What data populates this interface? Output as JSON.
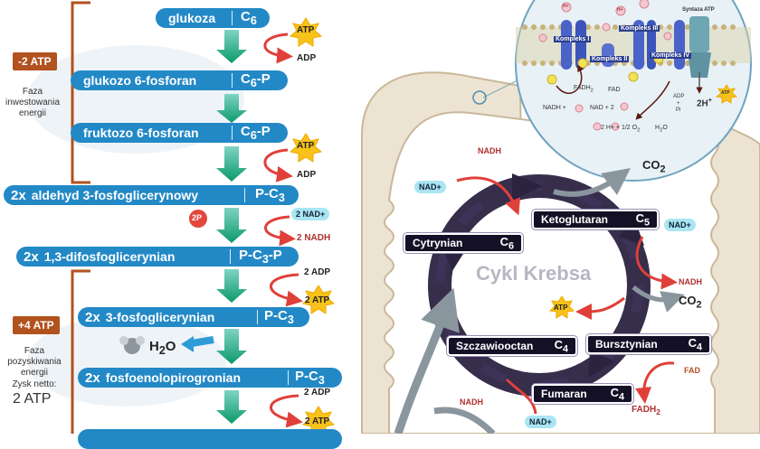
{
  "glycolysis": {
    "phase_invest": {
      "badge": "-2 ATP",
      "label_line1": "Faza",
      "label_line2": "inwestowania",
      "label_line3": "energii"
    },
    "phase_payoff": {
      "badge": "+4 ATP",
      "label_line1": "Faza",
      "label_line2": "pozyskiwania",
      "label_line3": "energii",
      "net_line1": "Zysk netto:",
      "net_line2": "2 ATP"
    },
    "steps": [
      {
        "name": "glukoza",
        "carbon": "C",
        "carbon_sub": "6",
        "suffix": "",
        "multiplier": ""
      },
      {
        "name": "glukozo 6-fosforan",
        "carbon": "C",
        "carbon_sub": "6",
        "suffix": "-P",
        "multiplier": ""
      },
      {
        "name": "fruktozo 6-fosforan",
        "carbon": "C",
        "carbon_sub": "6",
        "suffix": "-P",
        "multiplier": ""
      },
      {
        "name": "aldehyd 3-fosfoglicerynowy",
        "carbon": "P-C",
        "carbon_sub": "3",
        "suffix": "",
        "multiplier": "2x"
      },
      {
        "name": "1,3-difosfoglicerynian",
        "carbon": "P-C",
        "carbon_sub": "3",
        "suffix": "-P",
        "multiplier": "2x"
      },
      {
        "name": "3-fosfoglicerynian",
        "carbon": "P-C",
        "carbon_sub": "3",
        "suffix": "",
        "multiplier": "2x"
      },
      {
        "name": "fosfoenolopirogronian",
        "carbon": "P-C",
        "carbon_sub": "3",
        "suffix": "",
        "multiplier": "2x"
      }
    ],
    "atp_labels": {
      "atp": "ATP",
      "adp": "ADP",
      "two_atp": "2 ATP",
      "two_adp": "2 ADP",
      "two_nad_plus": "2 NAD+",
      "two_nadh": "2 NADH",
      "two_p": "2P",
      "water": "H",
      "water_sub": "2",
      "water_o": "O"
    }
  },
  "krebs": {
    "title": "Cykl Krebsa",
    "molecules": [
      {
        "name": "Cytrynian",
        "carbon": "C",
        "carbon_sub": "6"
      },
      {
        "name": "Ketoglutaran",
        "carbon": "C",
        "carbon_sub": "5"
      },
      {
        "name": "Bursztynian",
        "carbon": "C",
        "carbon_sub": "4"
      },
      {
        "name": "Fumaran",
        "carbon": "C",
        "carbon_sub": "4"
      },
      {
        "name": "Szczawiooctan",
        "carbon": "C",
        "carbon_sub": "4"
      }
    ],
    "labels": {
      "nadh": "NADH",
      "nad_plus": "NAD+",
      "co2": "CO",
      "co2_sub": "2",
      "atp": "ATP",
      "fad": "FAD",
      "fadh2": "FADH",
      "fadh2_sub": "2"
    }
  },
  "etc": {
    "kompleks_1": "Kompleks I",
    "kompleks_2": "Kompleks II",
    "kompleks_3": "Kompleks III",
    "kompleks_4": "Kompleks IV",
    "synthase": "Syntaza ATP",
    "h_plus": "H+",
    "e_minus": "e-",
    "fadh2": "FADH",
    "fadh2_sub": "2",
    "fad": "FAD",
    "nadh_eq": "NADH +",
    "nad_eq": "NAD + 2",
    "water_eq": "2 H+ + 1/2 O",
    "water_eq_sub": "2",
    "water_arrow": "H",
    "water_arrow_rest": "2O",
    "adp": "ADP",
    "plus": "+",
    "pi": "Pi",
    "two_h": "2H",
    "two_h_sup": "+",
    "atp": "ATP"
  },
  "colors": {
    "pill": "#2389c6",
    "teal_arrow": "#0fa06e",
    "red_arrow": "#e0403a",
    "badge": "#b1521f",
    "atp_star": "#f7c21a",
    "cycle": "#2b2340",
    "mito_wall": "#ede3d3",
    "mito_border": "#c9b89a"
  }
}
